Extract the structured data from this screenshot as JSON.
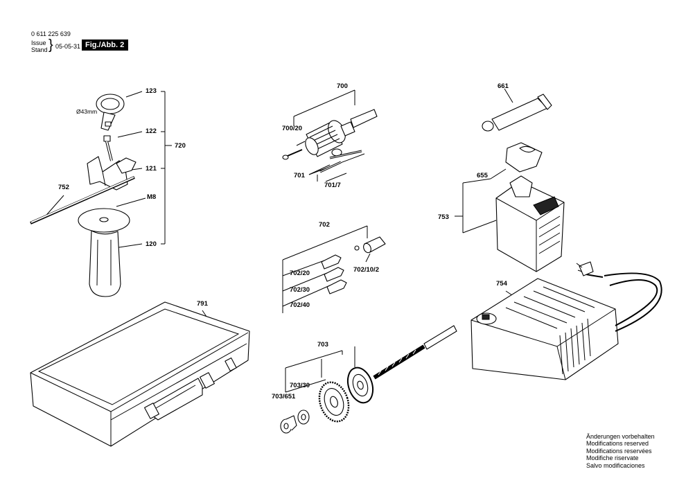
{
  "header": {
    "part_number": "0 611 225 639",
    "issue_label": "Issue",
    "stand_label": "Stand",
    "date": "05-05-31",
    "figure_label": "Fig./Abb. 2"
  },
  "labels": {
    "p123": "123",
    "p122": "122",
    "p121": "121",
    "p120": "120",
    "p720": "720",
    "p752": "752",
    "m8": "M8",
    "dia": "Ø43mm",
    "p700": "700",
    "p700_20": "700/20",
    "p701": "701",
    "p701_7": "701/7",
    "p702": "702",
    "p702_20": "702/20",
    "p702_30": "702/30",
    "p702_40": "702/40",
    "p702_10_2": "702/10/2",
    "p703": "703",
    "p703_30": "703/30",
    "p703_651": "703/651",
    "p661": "661",
    "p655": "655",
    "p753": "753",
    "p754": "754",
    "p791": "791"
  },
  "notes": [
    "Änderungen vorbehalten",
    "Modifications reserved",
    "Modifications reservées",
    "Modifiche riservate",
    "Salvo modificaciones"
  ]
}
